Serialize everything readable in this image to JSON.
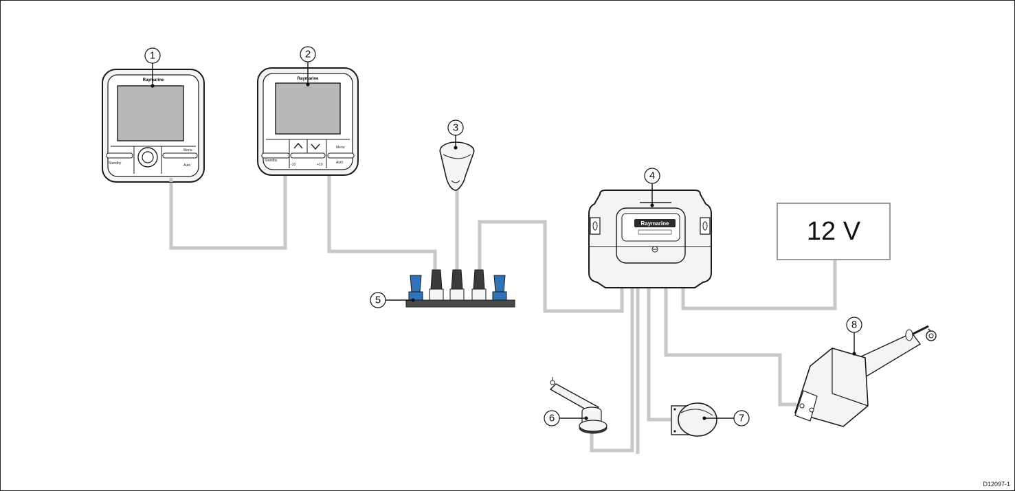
{
  "callouts": [
    "1",
    "2",
    "3",
    "4",
    "5",
    "6",
    "7",
    "8"
  ],
  "brand_text": "Raymarine",
  "controller_labels": {
    "standby": "Standby",
    "menu": "Menu",
    "auto": "Auto",
    "minus10": "-10",
    "plus10": "+10"
  },
  "power_supply_label": "12 V",
  "figure_code": "D12097-1",
  "colors": {
    "cable": "#c8c8c8",
    "outline": "#1a1a1a",
    "screen": "#b8b8b8",
    "connector_blue": "#2f73b8",
    "device_body": "#f4f4f4"
  }
}
